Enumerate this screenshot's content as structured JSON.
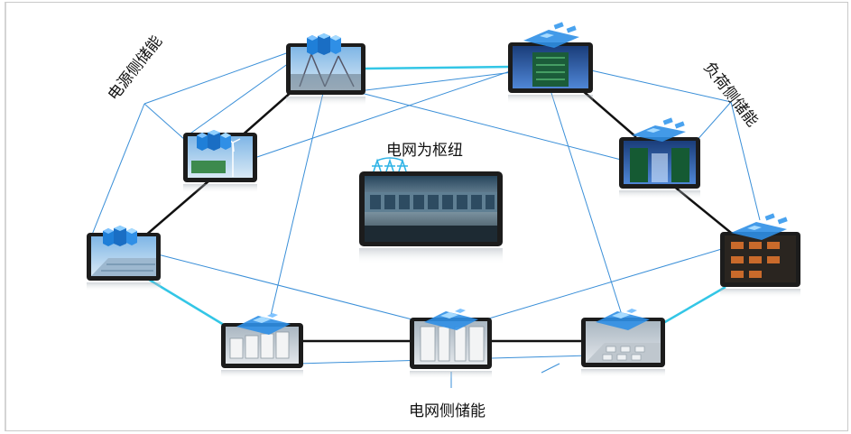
{
  "labels": {
    "source_side": "电源侧储能",
    "load_side": "负荷侧储能",
    "grid_side": "电网侧储能",
    "hub": "电网为枢纽"
  },
  "colors": {
    "thin_link": "#3a8fd8",
    "cyan_link": "#33c6e6",
    "ring_link": "#111111",
    "tile_frame": "#1c1c1c",
    "building": "#1f7fd8"
  },
  "icons": {
    "source_nodes": "blue-buildings-icon",
    "load_nodes": "server-rack-icon",
    "grid_nodes": "storage-station-icon",
    "hub": "control-room-icon"
  }
}
